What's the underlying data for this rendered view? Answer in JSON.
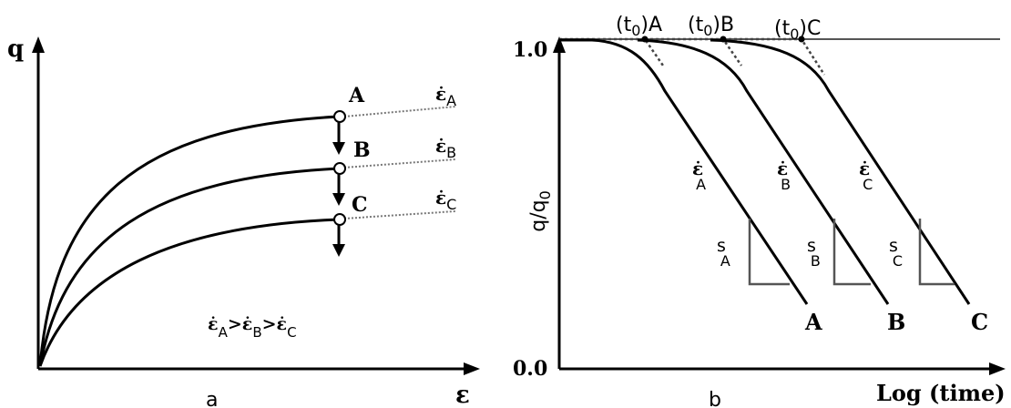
{
  "panel_a": {
    "y_axis_label": "q",
    "x_axis_label": "ε",
    "caption": "a",
    "curve_labels": [
      "A",
      "B",
      "C"
    ],
    "rate_labels": [
      {
        "sym": "ε̇",
        "sub": "A"
      },
      {
        "sym": "ε̇",
        "sub": "B"
      },
      {
        "sym": "ε̇",
        "sub": "C"
      }
    ],
    "inequality": {
      "parts": [
        "ε̇",
        "A",
        ">",
        "ε̇",
        "B",
        ">",
        "ε̇",
        "C"
      ]
    }
  },
  "panel_b": {
    "y_axis_label": "q/q",
    "y_axis_sub": "0",
    "y_tick_top": "1.0",
    "y_tick_bottom": "0.0",
    "x_axis_label": "Log (time)",
    "caption": "b",
    "t0_labels": [
      {
        "open": "(t",
        "sub": "0",
        "close": ")A"
      },
      {
        "open": "(t",
        "sub": "0",
        "close": ")B"
      },
      {
        "open": "(t",
        "sub": "0",
        "close": ")C"
      }
    ],
    "curve_labels": [
      "A",
      "B",
      "C"
    ],
    "rate_labels": [
      {
        "sym": "ε̇",
        "sub": "A"
      },
      {
        "sym": "ε̇",
        "sub": "B"
      },
      {
        "sym": "ε̇",
        "sub": "C"
      }
    ],
    "slope_labels": [
      {
        "sym": "s",
        "sub": "A"
      },
      {
        "sym": "s",
        "sub": "B"
      },
      {
        "sym": "s",
        "sub": "C"
      }
    ]
  }
}
